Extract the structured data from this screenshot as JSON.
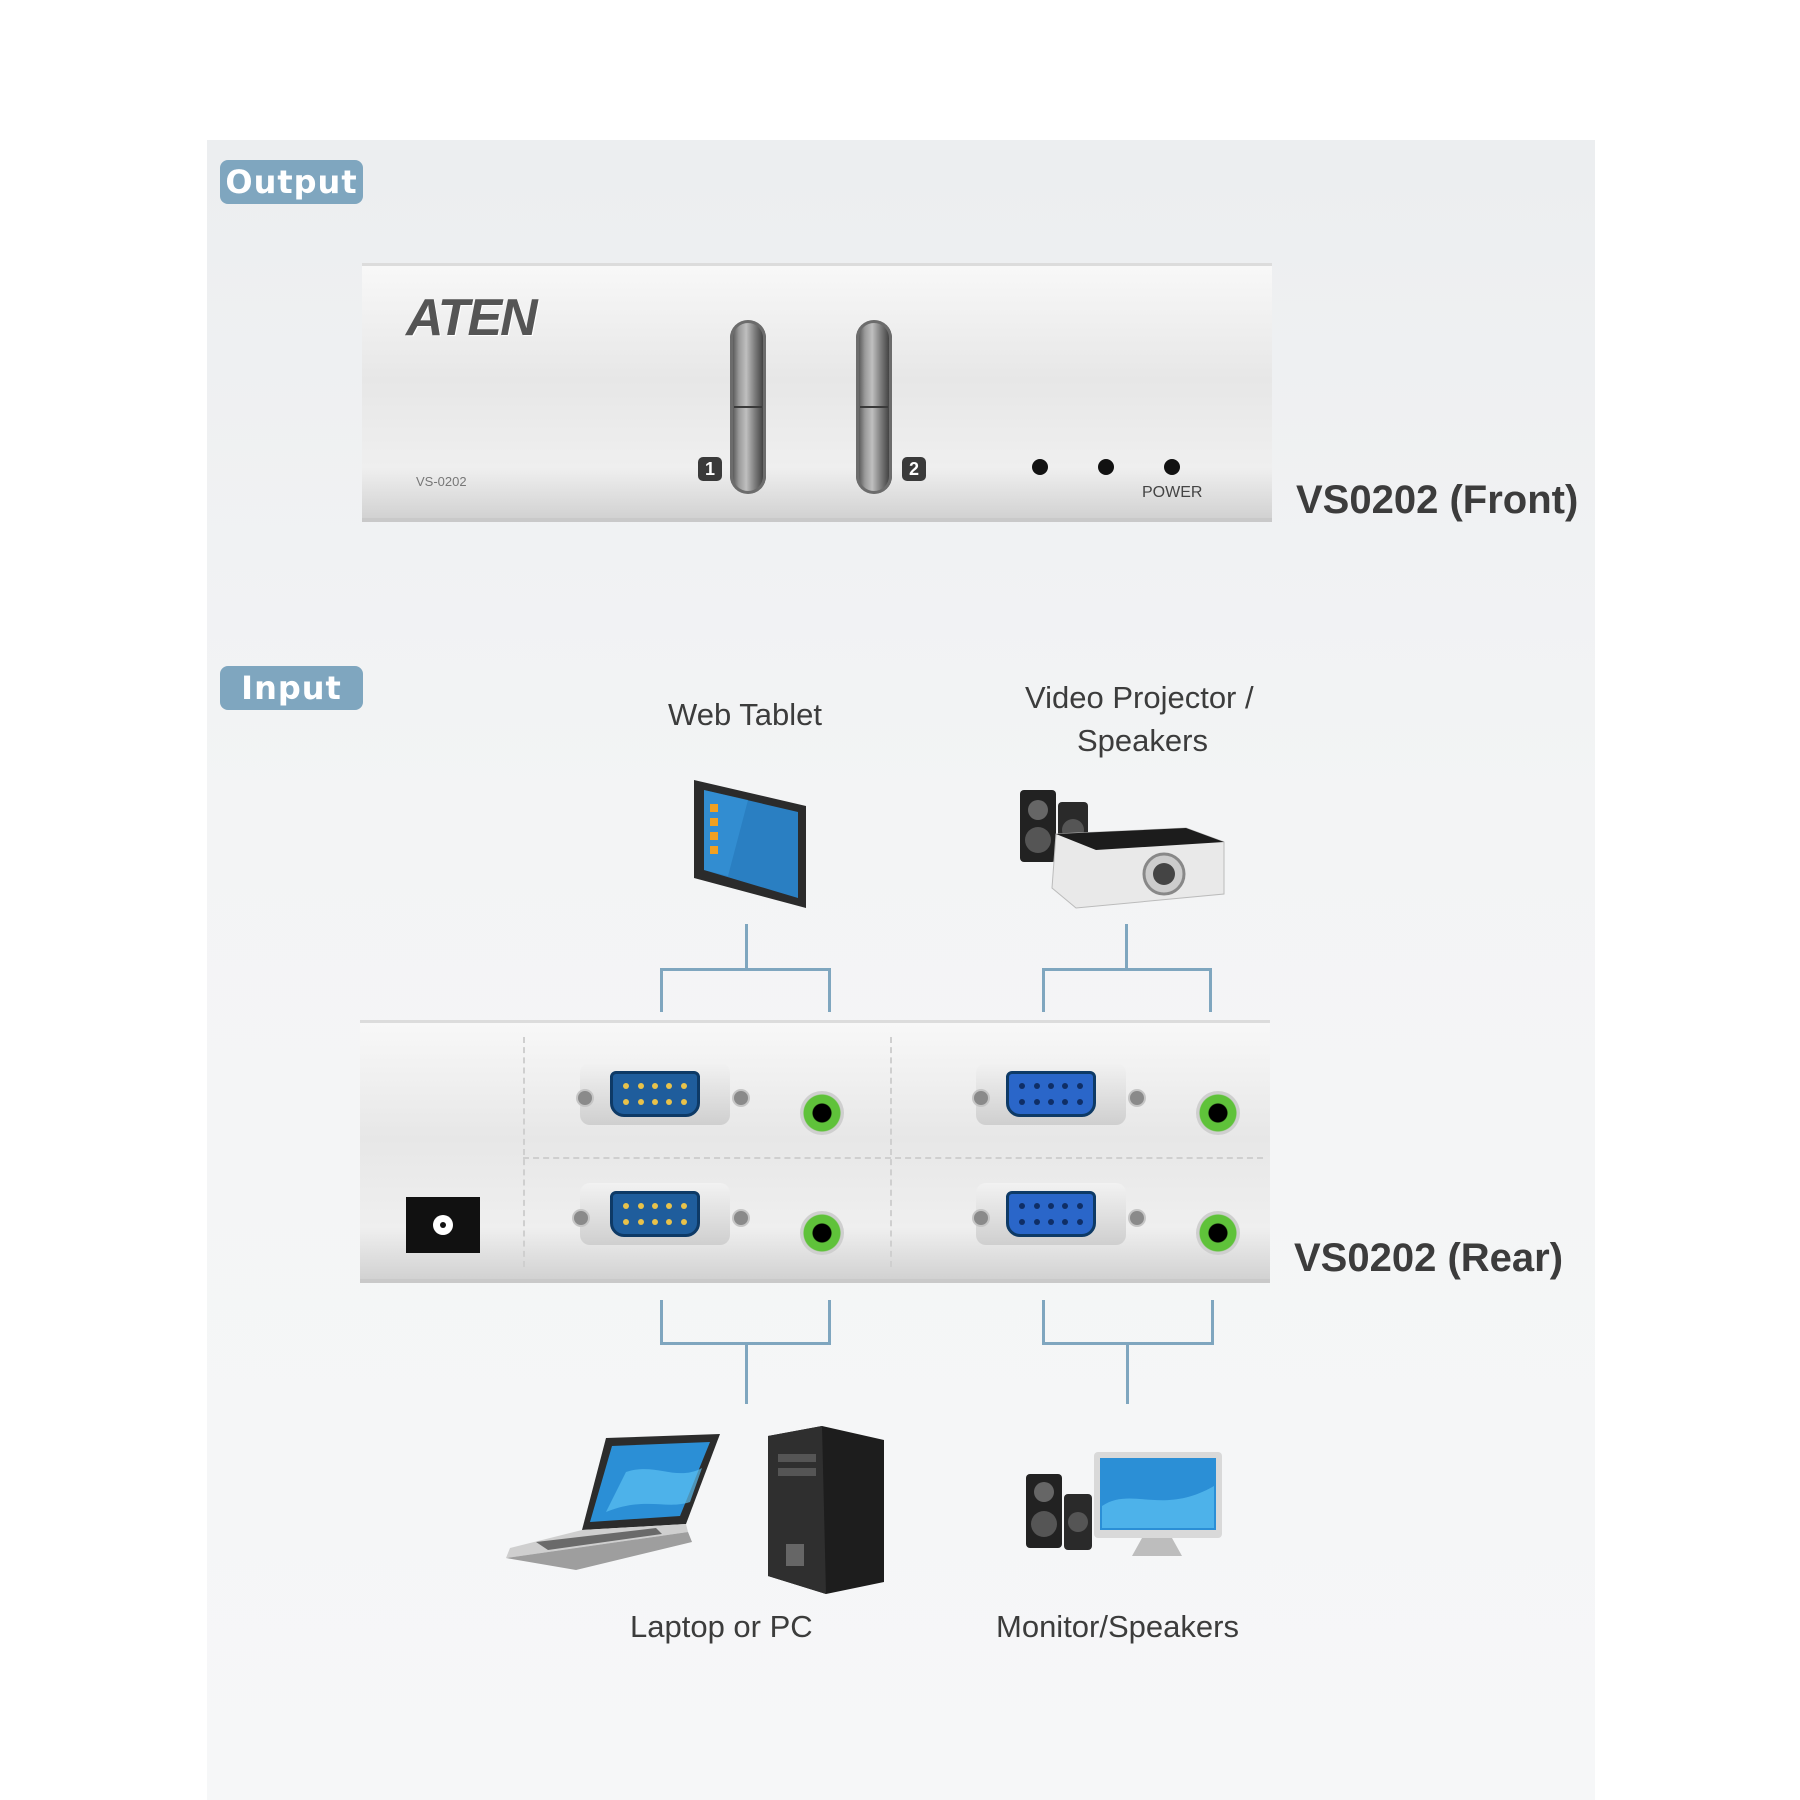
{
  "sections": {
    "output_label": "Output",
    "input_label": "Input"
  },
  "front_device": {
    "logo": "ATEN",
    "model_small": "VS-0202",
    "port_1": "1",
    "port_2": "2",
    "power_label": "POWER",
    "caption": "VS0202 (Front)"
  },
  "rear_device": {
    "caption": "VS0202 (Rear)"
  },
  "devices": {
    "web_tablet": "Web Tablet",
    "projector_line1": "Video Projector /",
    "projector_line2": "Speakers",
    "laptop_pc": "Laptop or PC",
    "monitor_speakers": "Monitor/Speakers"
  },
  "colors": {
    "accent": "#7fa6bf",
    "vga_male": "#1f5d9c",
    "vga_female": "#2a66c9",
    "audio_jack": "#5fc23a"
  }
}
